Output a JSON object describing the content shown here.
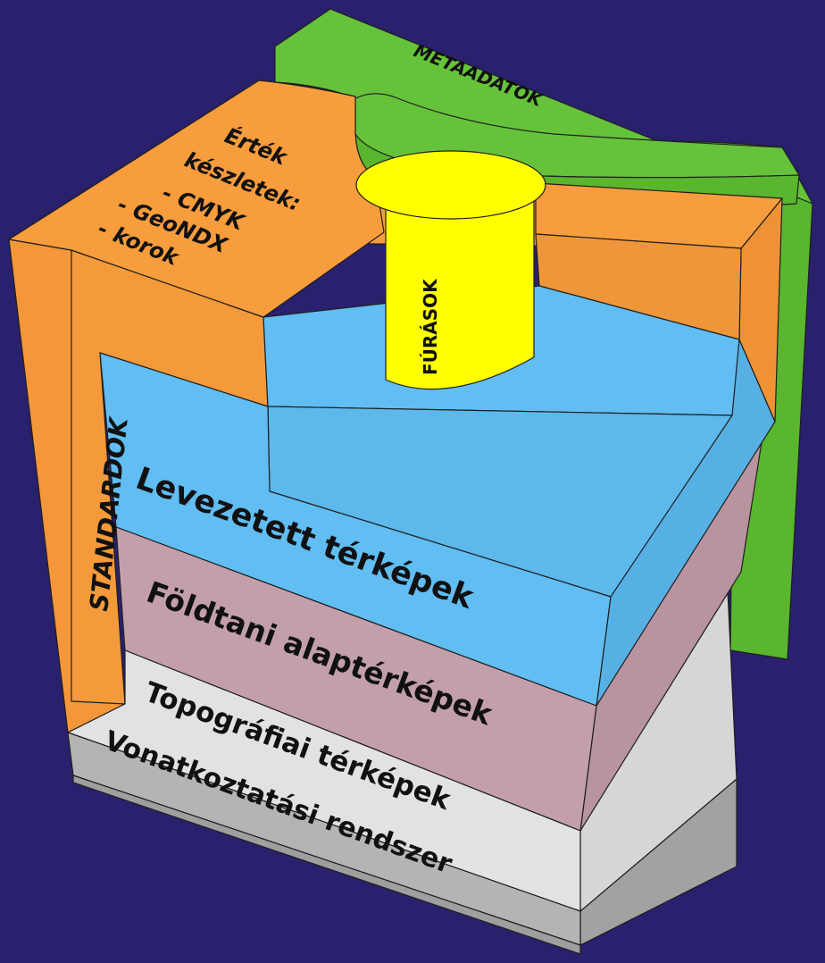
{
  "diagram": {
    "background": "#29216d",
    "colors": {
      "metadata": "#66c23a",
      "standards": "#f89d3d",
      "boreholes": "#ffff00",
      "derived": "#61bdf2",
      "geological": "#c39fac",
      "topographic": "#e2e2e2",
      "reference": "#b4b4b4"
    },
    "labels": {
      "metadata": "METAADATOK",
      "standards": "STANDARDOK",
      "value_sets_line1": "Érték",
      "value_sets_line2": "készletek:",
      "value_sets_item1": "- CMYK",
      "value_sets_item2": "- GeoNDX",
      "value_sets_item3": "- korok",
      "boreholes": "FÚRÁSOK",
      "derived_maps": "Levezetett térképek",
      "geological_maps": "Földtani alaptérképek",
      "topographic_maps": "Topográfiai térképek",
      "reference_system": "Vonatkoztatási rendszer"
    }
  }
}
